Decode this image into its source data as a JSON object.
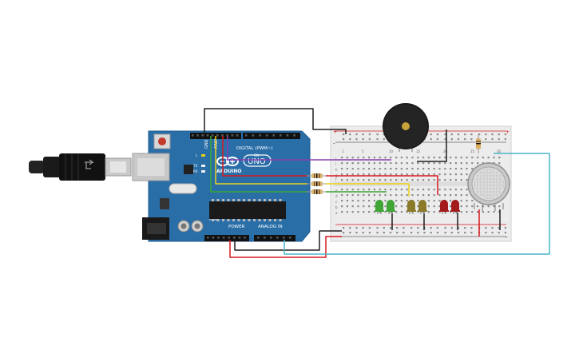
{
  "board": {
    "brand": "ARDUINO",
    "model": "UNO",
    "digital_label": "DIGITAL (PWM~)",
    "power_label": "POWER",
    "analog_label": "ANALOG IN",
    "tx_label": "TX",
    "rx_label": "RX",
    "l_label": "L",
    "on_label": "ON",
    "aref_label": "AREF",
    "gnd_label": "GND",
    "reset_label": "RESET"
  },
  "breadboard": {
    "col_labels": [
      "1",
      "5",
      "10",
      "15",
      "20",
      "25",
      "30"
    ],
    "row_labels_top": [
      "j",
      "i",
      "h",
      "g",
      "f"
    ],
    "row_labels_bottom": [
      "e",
      "d",
      "c",
      "b",
      "a"
    ],
    "rail_plus": "+",
    "rail_minus": "-"
  },
  "components": {
    "buzzer": "piezo-buzzer",
    "gas_sensor": "gas-sensor",
    "usb_cable": "usb-cable",
    "leds": [
      {
        "name": "led-green-1",
        "color": "#3fa535"
      },
      {
        "name": "led-green-2",
        "color": "#3fa535"
      },
      {
        "name": "led-yellow-1",
        "color": "#8a7a2a"
      },
      {
        "name": "led-yellow-2",
        "color": "#8a7a2a"
      },
      {
        "name": "led-red-1",
        "color": "#a31b1b"
      },
      {
        "name": "led-red-2",
        "color": "#a31b1b"
      }
    ]
  },
  "colors": {
    "board": "#2a6ea8",
    "breadboard": "#eeeeee",
    "wire_purple": "#8a3fb0",
    "wire_red": "#d9181e",
    "wire_yellow": "#e8d21a",
    "wire_green": "#3ba535",
    "wire_black": "#1e1e1e",
    "wire_cyan": "#4ab6c8"
  }
}
